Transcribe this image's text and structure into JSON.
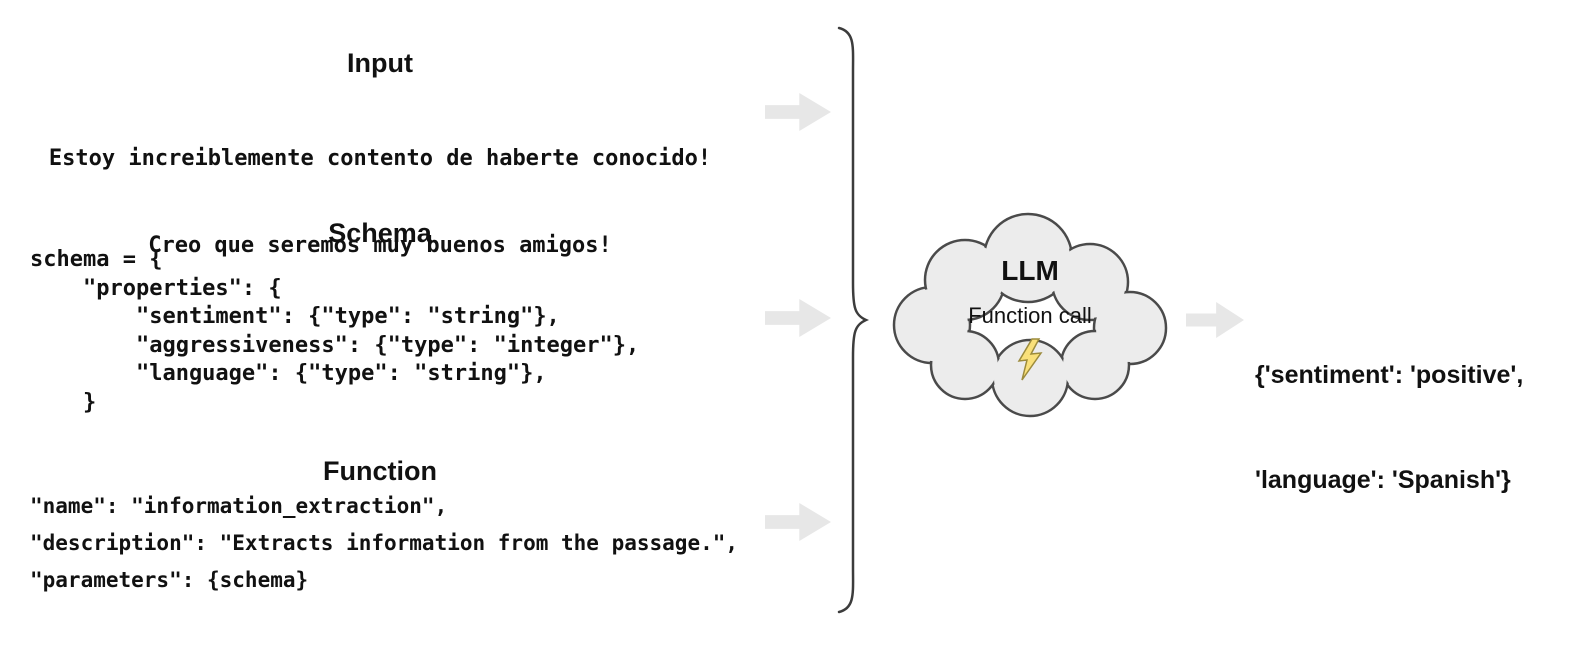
{
  "input": {
    "heading": "Input",
    "lines": [
      "Estoy increiblemente contento de haberte conocido!",
      "Creo que seremos muy buenos amigos!"
    ]
  },
  "schema": {
    "heading": "Schema",
    "code": "schema = {\n    \"properties\": {\n        \"sentiment\": {\"type\": \"string\"},\n        \"aggressiveness\": {\"type\": \"integer\"},\n        \"language\": {\"type\": \"string\"},\n    }"
  },
  "function": {
    "heading": "Function",
    "lines": [
      "\"name\": \"information_extraction\",",
      "\"description\": \"Extracts information from the passage.\",",
      "\"parameters\": {schema}"
    ]
  },
  "llm": {
    "title": "LLM",
    "subtitle": "Function call",
    "icon": "lightning-bolt-icon"
  },
  "output": {
    "lines": [
      "{'sentiment': 'positive',",
      "'language': 'Spanish'}"
    ]
  },
  "colors": {
    "arrow_fill": "#e7e7e7",
    "cloud_fill": "#ececec",
    "cloud_stroke": "#4a4a4a",
    "brace_stroke": "#3c3c3c",
    "bolt_fill": "#f9e07a",
    "bolt_stroke": "#9c8b3c",
    "text": "#111111"
  }
}
